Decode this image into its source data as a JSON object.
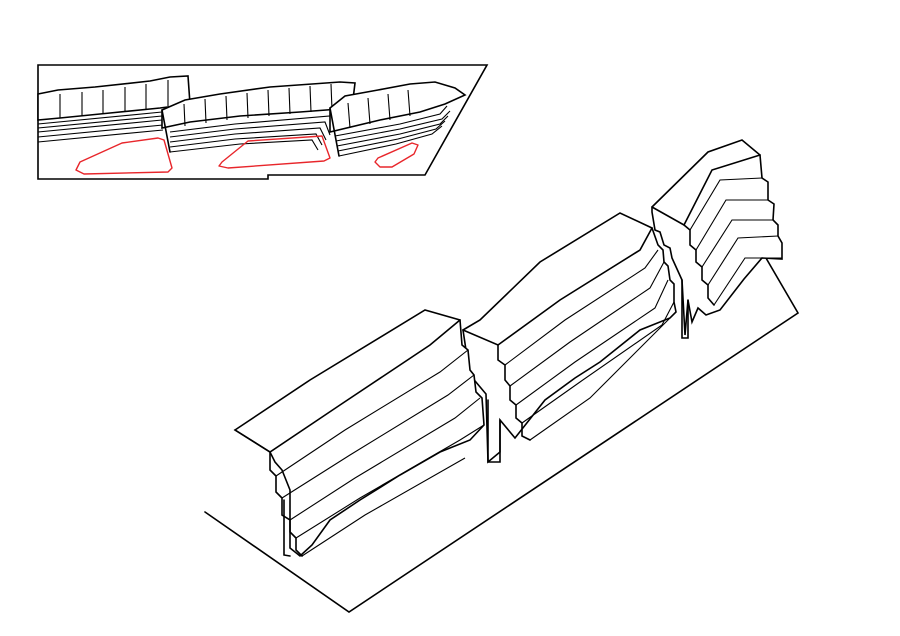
{
  "colors": {
    "line": "#000000",
    "background": "#ffffff",
    "accent": "#e8262b"
  },
  "diagram": {
    "plan_view": {
      "blocks": 3,
      "highlighted_zones": 3
    },
    "axonometric_view": {
      "blocks": 3
    }
  }
}
